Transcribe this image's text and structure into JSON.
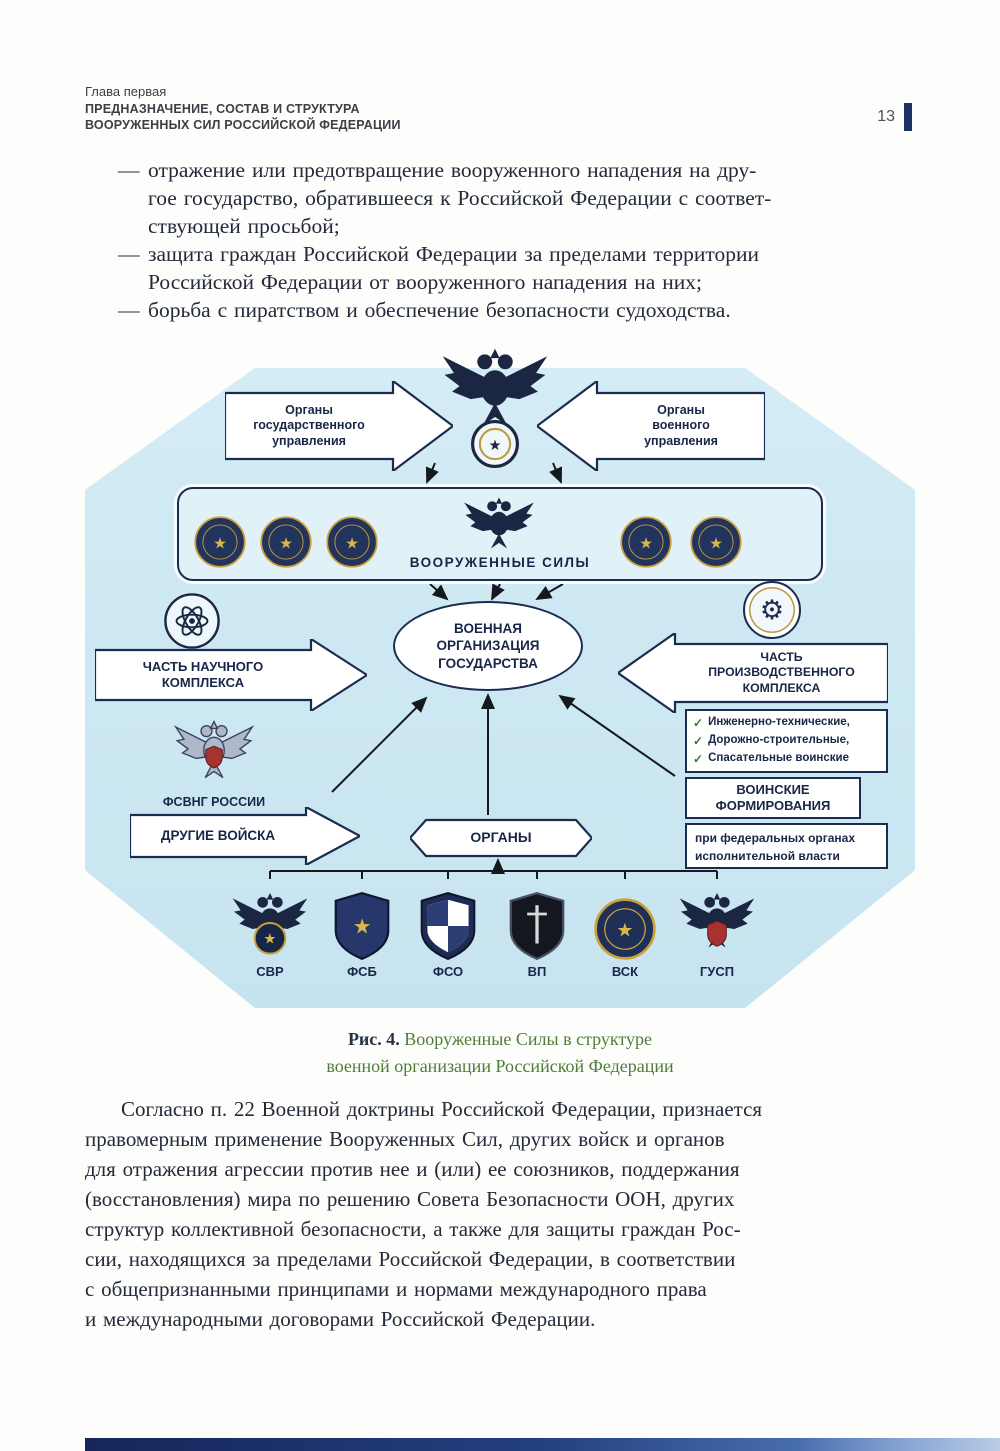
{
  "page": {
    "number": "13",
    "header": {
      "chapter": "Глава первая",
      "title_line1": "ПРЕДНАЗНАЧЕНИЕ, СОСТАВ И СТРУКТУРА",
      "title_line2": "ВООРУЖЕННЫХ СИЛ РОССИЙСКОЙ ФЕДЕРАЦИИ"
    }
  },
  "list": {
    "marker": "—",
    "items": [
      "отражение или предотвращение вооруженного нападения на дру-\nгое государство, обратившееся к Российской Федерации с соответ-\nствующей просьбой;",
      "защита граждан Российской Федерации за пределами территории\nРоссийской Федерации от вооруженного нападения на них;",
      "борьба с пиратством и обеспечение безопасности судоходства."
    ]
  },
  "figure": {
    "caption_label": "Рис. 4.",
    "caption_line1": "Вооруженные Силы в структуре",
    "caption_line2": "военной организации Российской Федерации",
    "diagram": {
      "top_left_arrow": "Органы\nгосударственного\nуправления",
      "top_right_arrow": "Органы\nвоенного\nуправления",
      "armed_forces_label": "ВООРУЖЕННЫЕ СИЛЫ",
      "central_oval": "ВОЕННАЯ\nОРГАНИЗАЦИЯ\nГОСУДАРСТВА",
      "science_arrow": "ЧАСТЬ НАУЧНОГО\nКОМПЛЕКСА",
      "production_arrow": "ЧАСТЬ\nПРОИЗВОДСТВЕННОГО\nКОМПЛЕКСА",
      "fsvng_label": "ФСВНГ РОССИИ",
      "other_troops_arrow": "ДРУГИЕ ВОЙСКА",
      "organs_banner": "ОРГАНЫ",
      "checklist": [
        "Инженерно-технические,",
        "Дорожно-строительные,",
        "Спасательные воинские"
      ],
      "military_formations": "ВОИНСКИЕ\nФОРМИРОВАНИЯ",
      "federal_note": "при федеральных органах\nисполнительной власти",
      "agencies": [
        {
          "label": "СВР",
          "icon": "round-eagle-emblem"
        },
        {
          "label": "ФСБ",
          "icon": "shield-emblem"
        },
        {
          "label": "ФСО",
          "icon": "quartered-shield-emblem"
        },
        {
          "label": "ВП",
          "icon": "black-shield-sword-emblem"
        },
        {
          "label": "ВСК",
          "icon": "round-emblem"
        },
        {
          "label": "ГУСП",
          "icon": "eagle-shield-emblem"
        }
      ],
      "icons": {
        "check": "✓",
        "star": "★",
        "gear": "⚙"
      }
    }
  },
  "paragraph": "Согласно п. 22 Военной доктрины Российской Федерации, признается\nправомерным применение Вооруженных Сил, других войск и органов\nдля отражения агрессии против нее и (или) ее союзников, поддержания\n(восстановления) мира по решению Совета Безопасности ООН, других\nструктур коллективной безопасности, а также для защиты граждан Рос-\nсии, находящихся за пределами Российской Федерации, в соответствии\nс общепризнанными принципами и нормами международного права\nи международными договорами Российской Федерации.",
  "colors": {
    "ink": "#232a3a",
    "diagram_ink": "#182647",
    "diagram_bg": "#cde8f3",
    "caption_green": "#4f7d38",
    "accent_bar": "#1d3365",
    "check_green": "#2e7d32"
  }
}
